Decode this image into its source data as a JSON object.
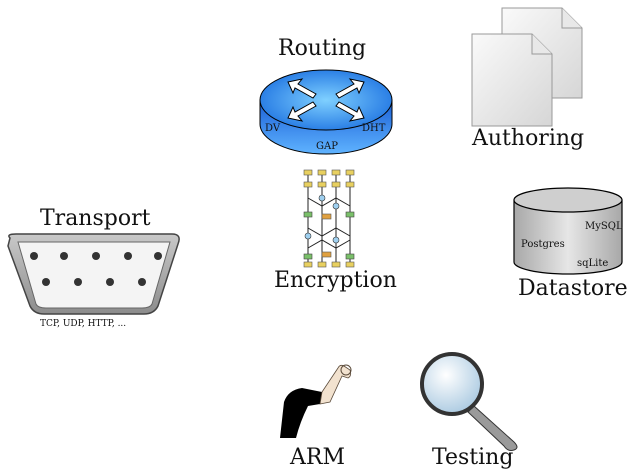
{
  "components": {
    "routing": {
      "title": "Routing",
      "labels": [
        "DV",
        "GAP",
        "DHT"
      ]
    },
    "authoring": {
      "title": "Authoring"
    },
    "transport": {
      "title": "Transport",
      "caption": "TCP, UDP, HTTP, ..."
    },
    "encryption": {
      "title": "Encryption"
    },
    "datastore": {
      "title": "Datastore",
      "labels": [
        "MySQL",
        "Postgres",
        "sqLite"
      ]
    },
    "arm": {
      "title": "ARM"
    },
    "testing": {
      "title": "Testing"
    }
  },
  "icons": {
    "routing": "router-icon",
    "authoring": "documents-icon",
    "transport": "serial-connector-icon",
    "encryption": "circuit-icon",
    "datastore": "database-cylinder-icon",
    "arm": "arm-icon",
    "testing": "magnifier-icon"
  }
}
